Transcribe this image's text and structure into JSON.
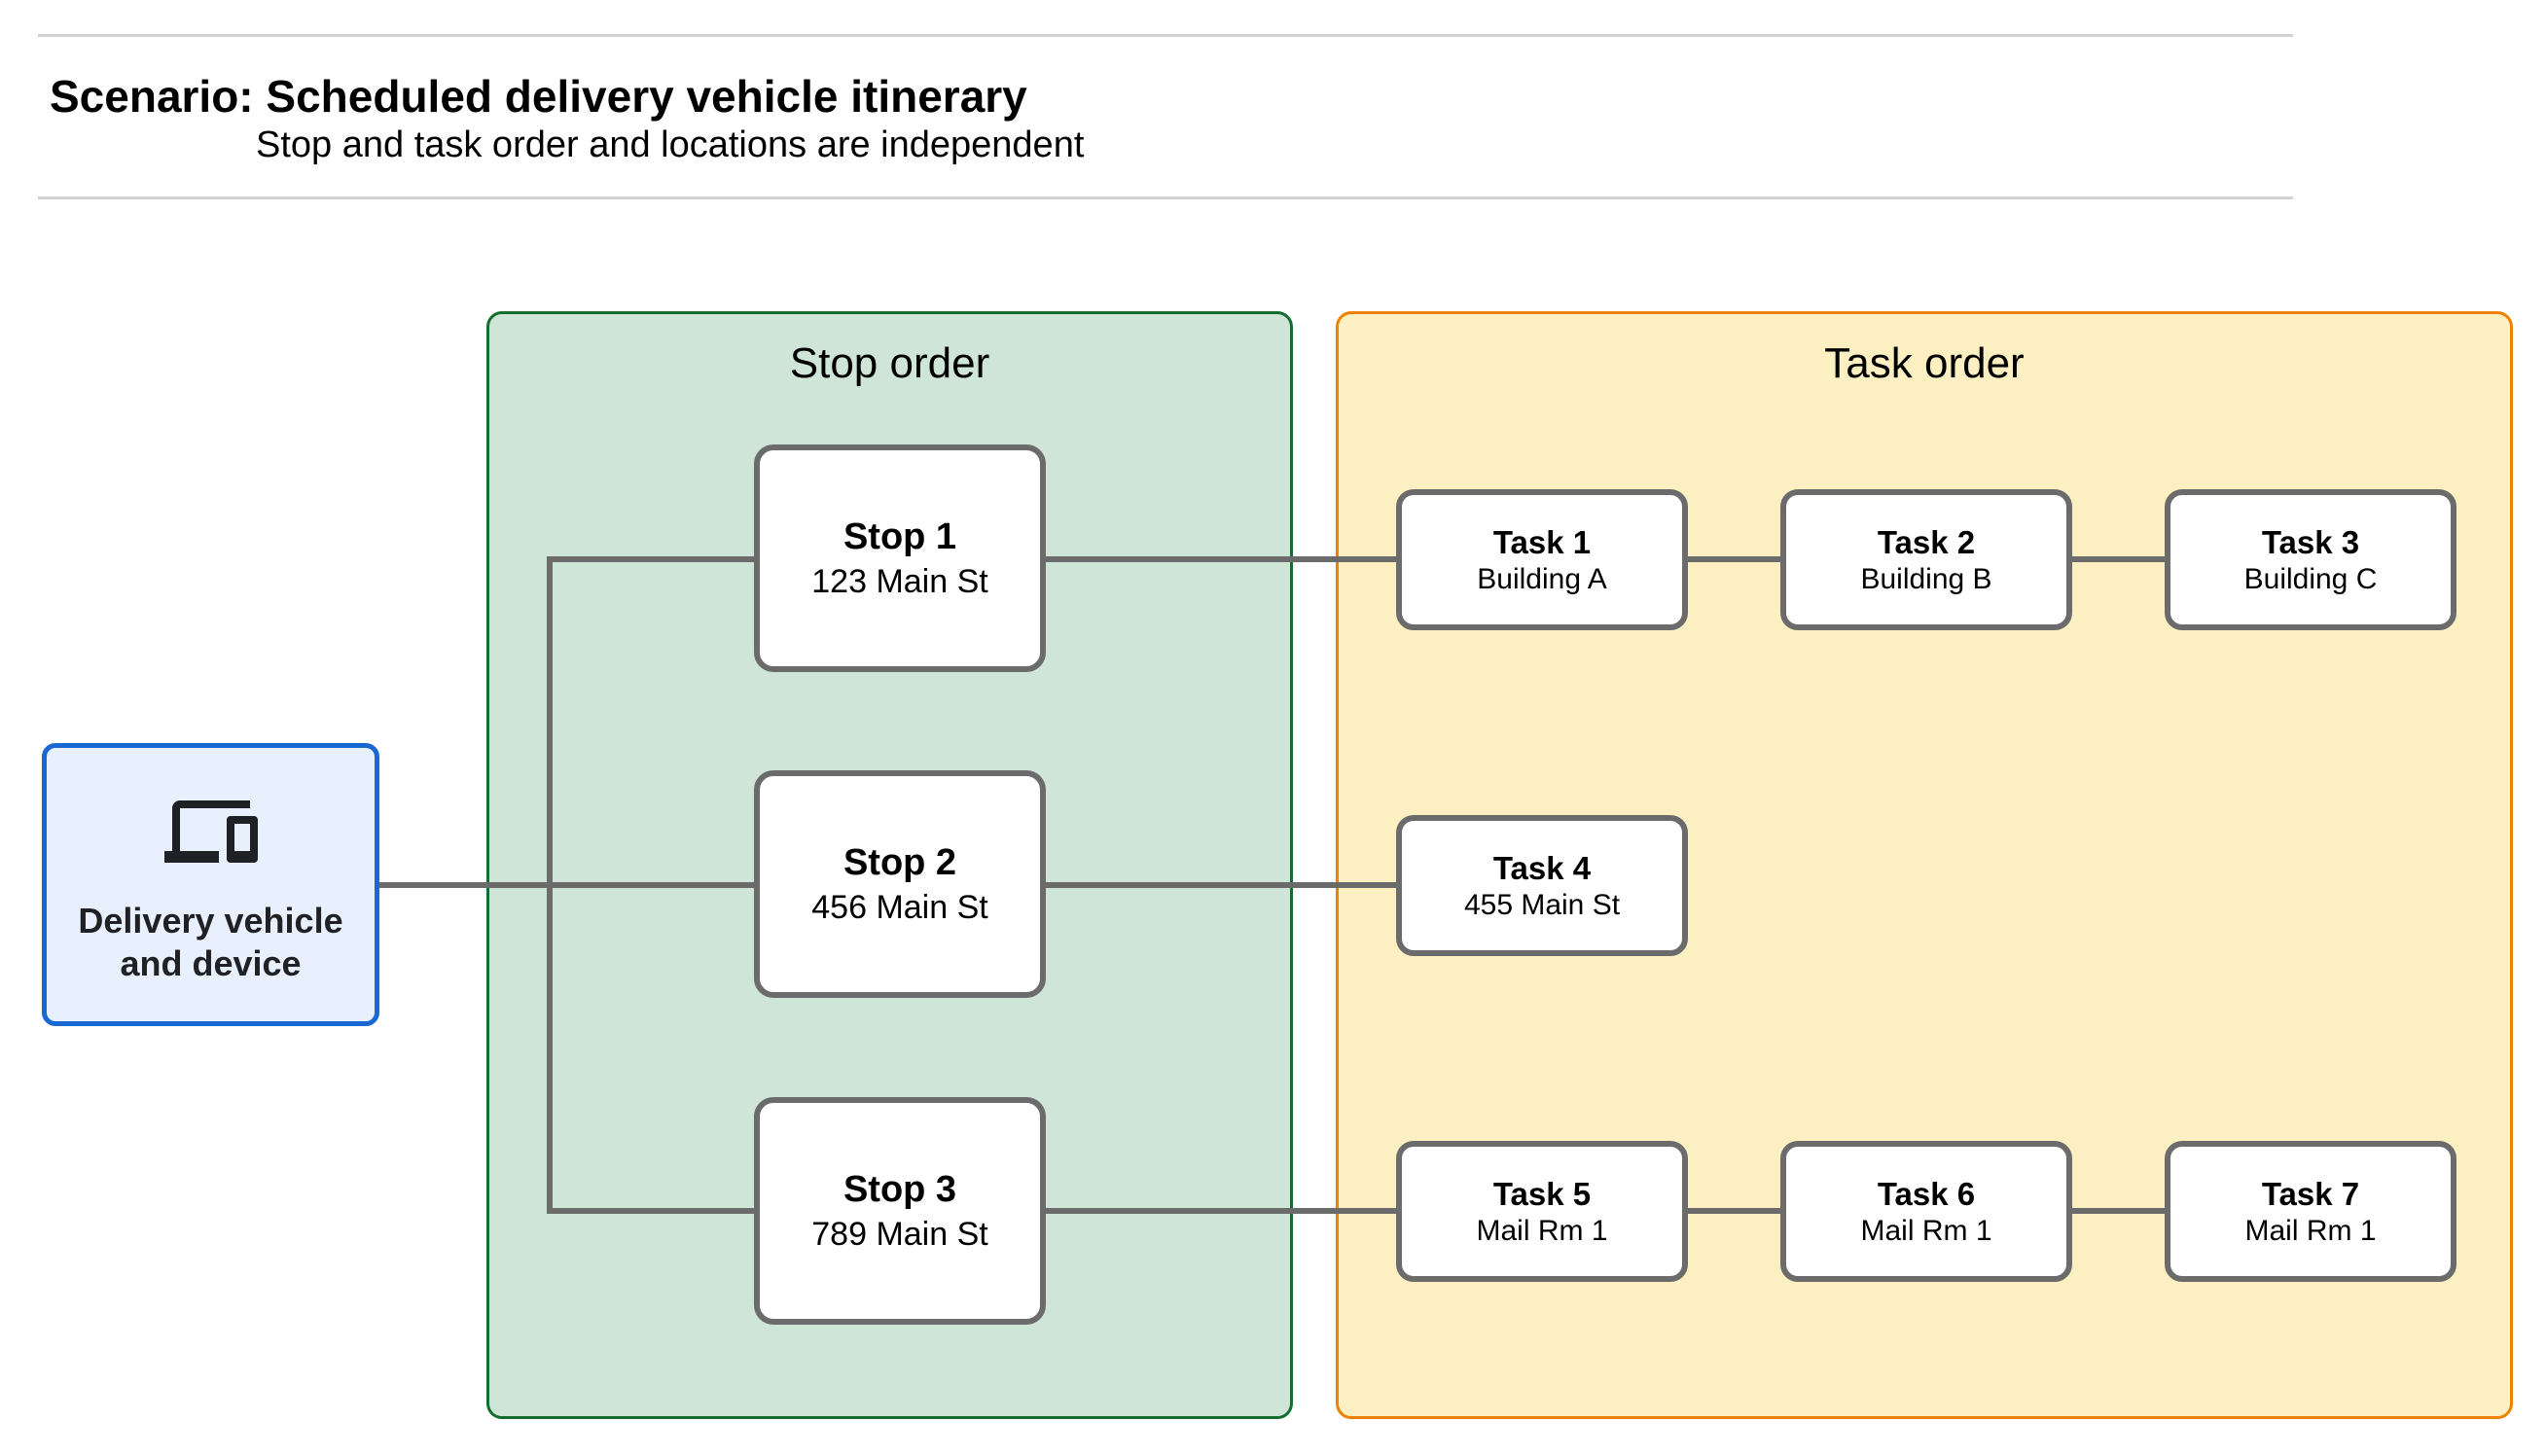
{
  "page": {
    "title": "Scenario: Scheduled delivery vehicle itinerary",
    "subtitle": "Stop and task order and locations are independent"
  },
  "source_node": {
    "icon": "devices-icon",
    "label_line1": "Delivery vehicle",
    "label_line2": "and device"
  },
  "stop_panel": {
    "title": "Stop order",
    "stops": [
      {
        "title": "Stop 1",
        "location": "123 Main St"
      },
      {
        "title": "Stop 2",
        "location": "456 Main St"
      },
      {
        "title": "Stop 3",
        "location": "789 Main St"
      }
    ]
  },
  "task_panel": {
    "title": "Task order",
    "rows": [
      {
        "tasks": [
          {
            "title": "Task 1",
            "location": "Building A"
          },
          {
            "title": "Task 2",
            "location": "Building B"
          },
          {
            "title": "Task 3",
            "location": "Building C"
          }
        ]
      },
      {
        "tasks": [
          {
            "title": "Task 4",
            "location": "455 Main St"
          }
        ]
      },
      {
        "tasks": [
          {
            "title": "Task 5",
            "location": "Mail Rm 1"
          },
          {
            "title": "Task 6",
            "location": "Mail Rm 1"
          },
          {
            "title": "Task 7",
            "location": "Mail Rm 1"
          }
        ]
      }
    ]
  },
  "colors": {
    "source_fill": "#e9f0fd",
    "source_border": "#1967d2",
    "stop_panel_fill": "#cfe5d8",
    "stop_panel_border": "#146c2e",
    "task_panel_fill": "#fcf0c2",
    "task_panel_border": "#ee8100",
    "node_border": "#6b6b6b",
    "connector": "#6b6b6b",
    "header_rule": "#d2d2d2",
    "text": "#000000"
  }
}
